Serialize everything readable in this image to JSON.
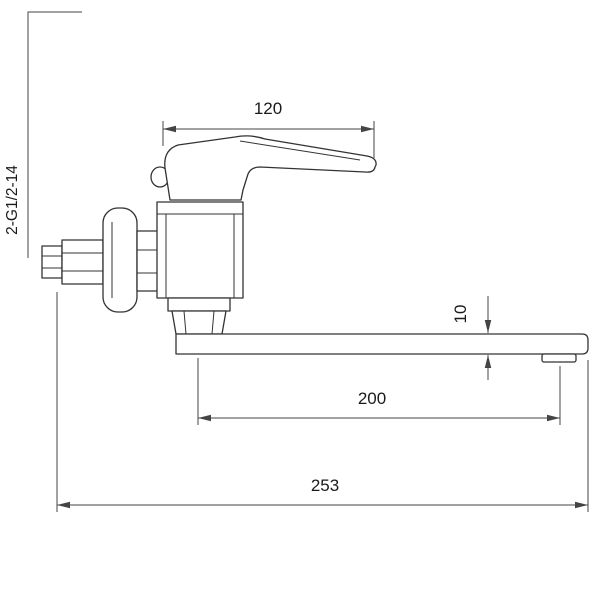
{
  "labels": {
    "handle_length": "120",
    "thread_spec": "2-G1/2-14",
    "spout_thickness": "10",
    "spout_reach": "200",
    "overall_length": "253"
  },
  "colors": {
    "line": "#333333",
    "dimension_line": "#444444",
    "text": "#1a1a1a",
    "background": "#ffffff"
  }
}
